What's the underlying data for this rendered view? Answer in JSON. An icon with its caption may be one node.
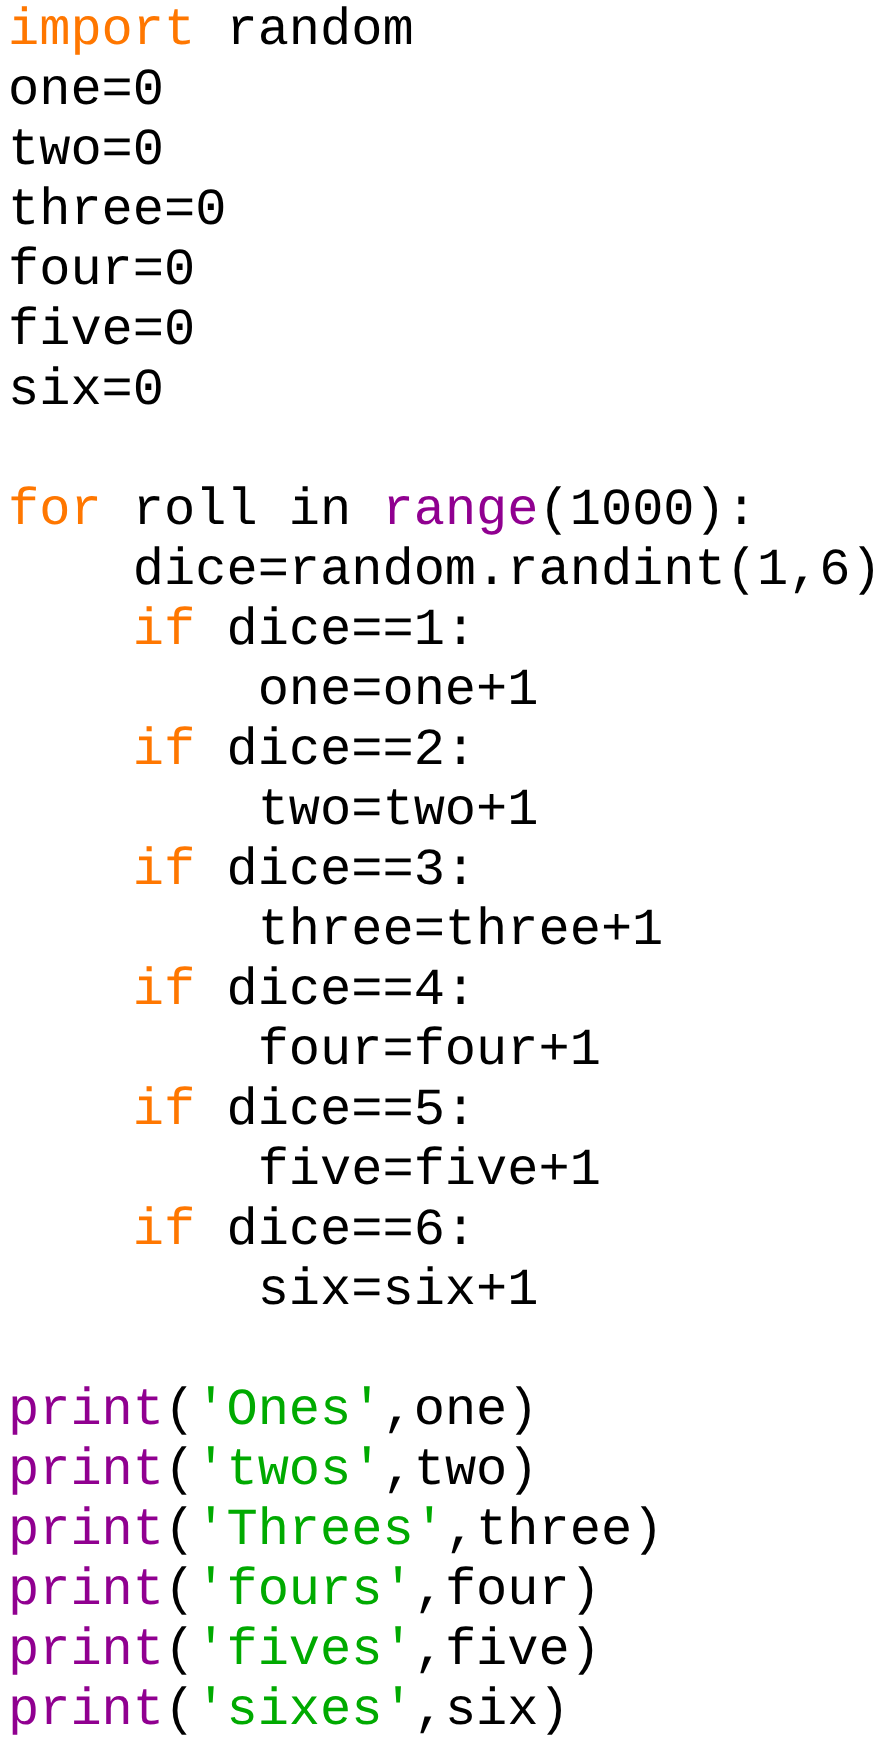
{
  "diagram": {
    "labels": [
      "import random",
      "one=0",
      "two=0",
      "three=0",
      "four=0",
      "five=0",
      "six=0",
      "for roll in range(1000):",
      "    dice=random.randint(1,6)",
      "    if dice==1:",
      "        one=one+1",
      "    if dice==2:",
      "        two=two+1",
      "    if dice==3:",
      "        three=three+1",
      "    if dice==4:",
      "        four=four+1",
      "    if dice==5:",
      "        five=five+1",
      "    if dice==6:",
      "        six=six+1",
      "print('Ones',one)",
      "print('twos',two)",
      "print('Threes',three)",
      "print('fours',four)",
      "print('fives',five)",
      "print('sixes',six)"
    ]
  }
}
